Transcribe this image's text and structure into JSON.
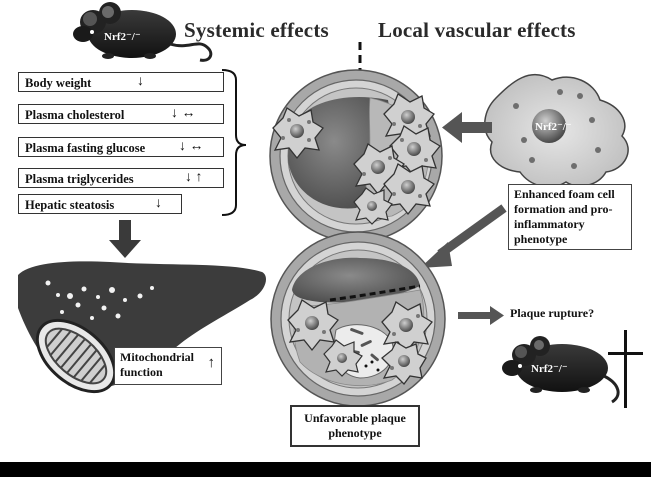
{
  "headers": {
    "systemic": "Systemic effects",
    "local": "Local vascular effects"
  },
  "mouse_labels": {
    "top_left": "Nrf2⁻/⁻",
    "bottom_right": "Nrf2⁻/⁻"
  },
  "macrophage_label": "Nrf2⁻/⁻",
  "systemic_items": [
    {
      "label": "Body weight",
      "arrows": "↓"
    },
    {
      "label": "Plasma cholesterol",
      "arrows": "↓ ↔"
    },
    {
      "label": "Plasma fasting glucose",
      "arrows": "↓ ↔"
    },
    {
      "label": "Plasma triglycerides",
      "arrows": "↓ ↑"
    },
    {
      "label": "Hepatic steatosis",
      "arrows": "↓"
    }
  ],
  "foam_box": "Enhanced foam cell formation and pro-inflammatory phenotype",
  "mito_box": {
    "label": "Mitochondrial function",
    "arrow": "↑"
  },
  "plaque_box": "Unfavorable plaque phenotype",
  "rupture_text": "Plaque rupture?",
  "colors": {
    "background": "#ffffff",
    "liver": "#3c3c3c",
    "vessel_outer": "#b5b5b5",
    "vessel_wall": "#d9d9d9",
    "lumen": "#6c6c6c",
    "cell": "#d2d2d2",
    "arrow": "#555555"
  }
}
